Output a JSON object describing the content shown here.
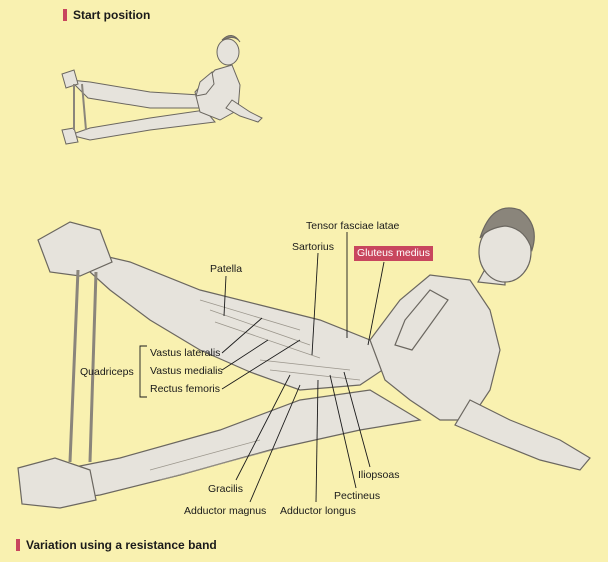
{
  "headings": {
    "start": "Start position",
    "variation": "Variation using a resistance band"
  },
  "labels": {
    "tensor_fasciae_latae": "Tensor fasciae latae",
    "sartorius": "Sartorius",
    "gluteus_medius": "Gluteus medius",
    "patella": "Patella",
    "quadriceps": "Quadriceps",
    "vastus_lateralis": "Vastus lateralis",
    "vastus_medialis": "Vastus medialis",
    "rectus_femoris": "Rectus femoris",
    "gracilis": "Gracilis",
    "adductor_magnus": "Adductor magnus",
    "adductor_longus": "Adductor longus",
    "pectineus": "Pectineus",
    "iliopsoas": "Iliopsoas"
  },
  "colors": {
    "background": "#f9f1b0",
    "accent": "#c8465e",
    "figure": "#e6e3dc",
    "outline": "#6b6760"
  }
}
